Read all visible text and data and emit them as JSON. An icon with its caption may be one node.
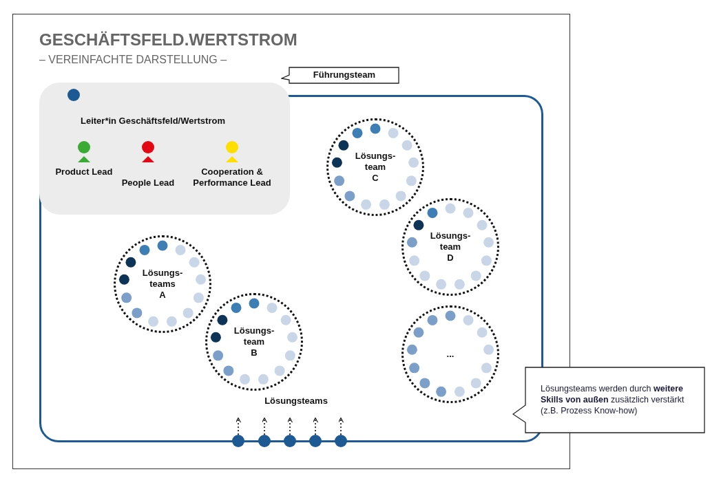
{
  "diagram": {
    "title": "GESCHÄFTSFELD.WERTSTROM",
    "nodes": [
      {
        "text": [
          "Lösungsteams"
        ]
      },
      {
        "text": [
          "Leiter*in Geschäftsfeld/Wertstrom"
        ]
      },
      {
        "text": [
          "Product Lead"
        ],
        "in": 1
      },
      {
        "text": [
          "People Lead"
        ],
        "in": 1
      },
      {
        "text": [
          "Cooperation & Performance Lead"
        ],
        "in": 1
      },
      {
        "text": [
          "Führungsteam"
        ]
      },
      {
        "text": [
          "Lösungs- teams A"
        ],
        "in": 0
      },
      {
        "text": [
          "Lösungs- team B"
        ],
        "in": 0
      },
      {
        "text": [
          "Lösungs- team C"
        ],
        "in": 0
      },
      {
        "text": [
          "Lösungs- team D"
        ],
        "in": 0
      },
      {
        "text": [
          "..."
        ],
        "in": 0
      },
      {
        "text": [
          "Lösungsteams werden durch **weitere Skills von außen** zusätzlich verstärkt (z.B. Prozess Know-how)"
        ]
      },
      {
        "text": [],
        "shape": "circle"
      },
      {
        "text": [],
        "shape": "circle"
      },
      {
        "text": [],
        "shape": "circle"
      },
      {
        "text": [],
        "shape": "circle"
      },
      {
        "text": [],
        "shape": "circle"
      },
      {
        "text": [],
        "shape": "circle",
        "in": 1
      }
    ],
    "edges": [
      {
        "from": 12,
        "to": null,
        "arrow": "to",
        "style": "dashed"
      },
      {
        "from": 13,
        "to": null,
        "arrow": "to",
        "style": "dashed"
      },
      {
        "from": 14,
        "to": null,
        "arrow": "to",
        "style": "dashed"
      },
      {
        "from": 15,
        "to": null,
        "arrow": "to",
        "style": "dashed"
      },
      {
        "from": 16,
        "to": null,
        "arrow": "to",
        "style": "dashed"
      }
    ],
    "labels": [
      "– VEREINFACHTE DARSTELLUNG –"
    ]
  }
}
